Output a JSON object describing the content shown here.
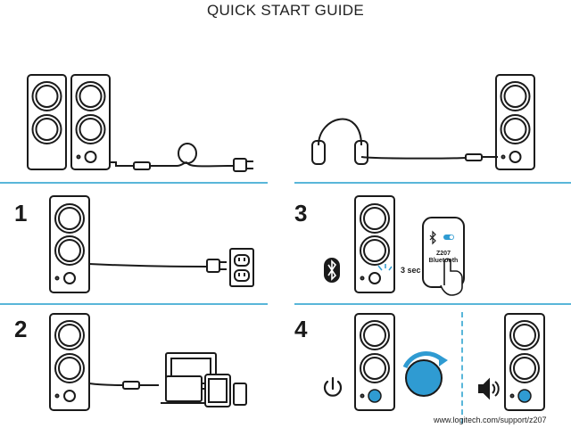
{
  "guide": {
    "title": "QUICK START GUIDE",
    "steps": [
      "1",
      "2",
      "3",
      "4"
    ],
    "hold_time": "3 sec",
    "phone_model": "Z207",
    "phone_mode": "Bluetooth",
    "url": "www.logitech.com/support/z207",
    "accent_color": "#59b6d9",
    "button_color": "#2f9bd2"
  }
}
